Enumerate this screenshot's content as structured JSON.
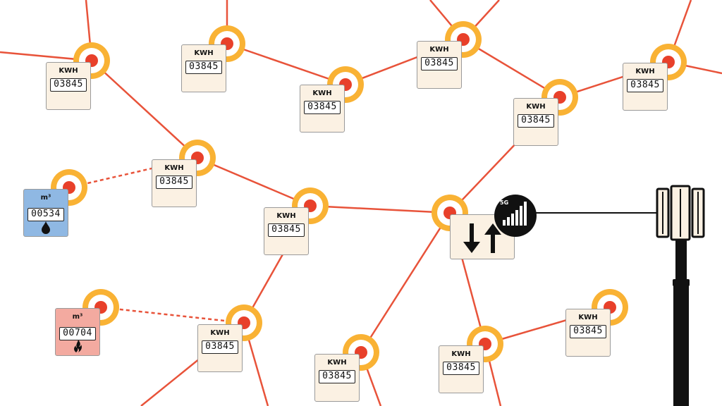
{
  "diagram": {
    "electric_meter": {
      "unit": "KWH",
      "reading": "03845"
    },
    "water_meter": {
      "unit": "m³",
      "reading": "00534",
      "symbol": "water-drop-icon",
      "color": "#8fb8e3"
    },
    "gas_meter": {
      "unit": "m³",
      "reading": "00704",
      "symbol": "flame-icon",
      "color": "#f3aaa0"
    },
    "hub": {
      "symbol": "up-down-arrows-icon"
    },
    "network_badge": {
      "label": "5G",
      "symbol": "signal-bars-icon"
    },
    "tower": {
      "symbol": "cell-tower-icon"
    },
    "colors": {
      "link": "#e8533a",
      "node_outer": "#f9b234",
      "node_inner": "#e8402a",
      "meter_bg": "#fbf1e3"
    }
  }
}
